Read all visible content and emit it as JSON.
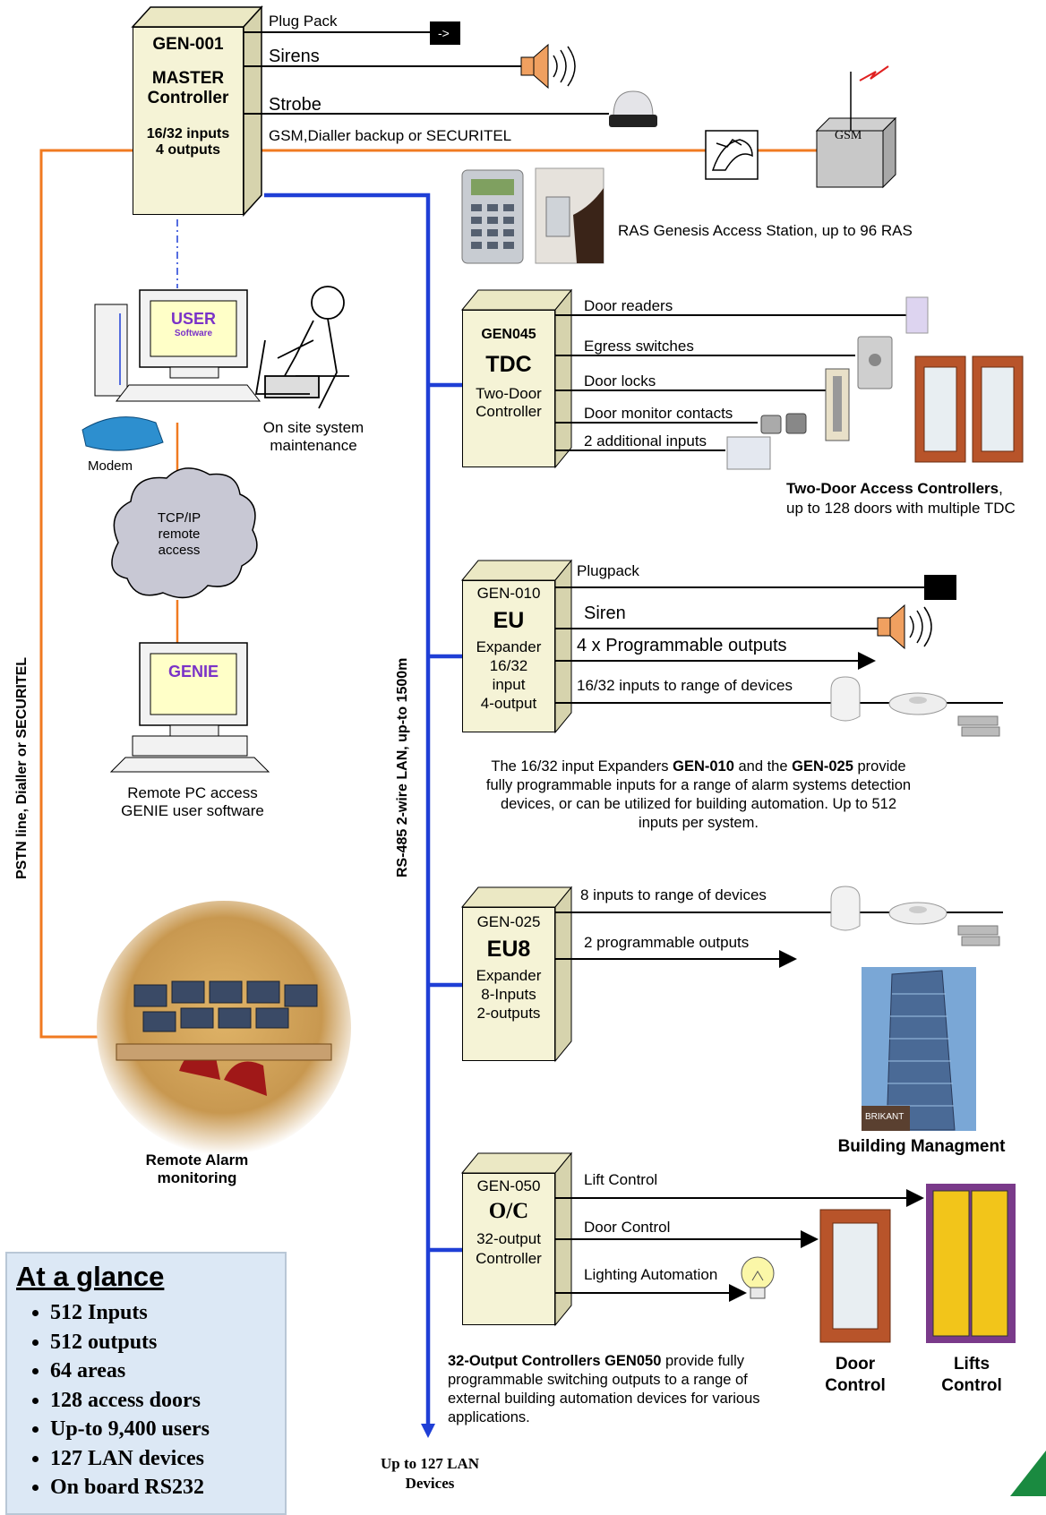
{
  "master": {
    "code": "GEN-001",
    "line1": "MASTER",
    "line2": "Controller",
    "io1": "16/32 inputs",
    "io2": "4 outputs"
  },
  "master_outputs": {
    "plug": "Plug Pack",
    "sirens": "Sirens",
    "strobe": "Strobe",
    "gsm_line": "GSM,Dialler backup or SECURITEL",
    "gsm": "GSM"
  },
  "ras": {
    "caption": "RAS Genesis Access Station,  up to 96 RAS"
  },
  "user_pc": {
    "screen": "USER",
    "screen_sub": "Software",
    "modem": "Modem",
    "maint_line1": "On site system",
    "maint_line2": "maintenance"
  },
  "cloud": {
    "l1": "TCP/IP",
    "l2": "remote",
    "l3": "access"
  },
  "genie": {
    "screen": "GENIE",
    "cap1": "Remote PC access",
    "cap2": "GENIE user software"
  },
  "pstn_label": "PSTN line, Dialler or SECURITEL",
  "lan_label": "RS-485 2-wire LAN, up-to 1500m",
  "remote_alarm": {
    "l1": "Remote Alarm",
    "l2": "monitoring"
  },
  "tdc": {
    "code": "GEN045",
    "name": "TDC",
    "d1": "Two-Door",
    "d2": "Controller",
    "lines": [
      "Door  readers",
      "Egress switches",
      "Door locks",
      "Door monitor contacts",
      "2  additional inputs"
    ],
    "cap_bold": "Two-Door Access Controllers",
    "cap_rest": ",",
    "cap2": "up to 128 doors with multiple TDC"
  },
  "eu": {
    "code": "GEN-010",
    "name": "EU",
    "d1": "Expander",
    "d2": "16/32",
    "d3": "input",
    "d4": "4-output",
    "lines": [
      "Plugpack",
      "Siren",
      "4 x Programmable outputs",
      "16/32 inputs to range of devices"
    ],
    "desc_a": "The 16/32 input Expanders ",
    "desc_b": "GEN-010",
    "desc_c": " and the ",
    "desc_d": "GEN-025",
    "desc_e": " provide",
    "desc2": "fully programmable inputs for a range of alarm systems detection",
    "desc3": "devices, or can be utilized for building automation. Up to 512",
    "desc4": "inputs per system."
  },
  "eu8": {
    "code": "GEN-025",
    "name": "EU8",
    "d1": "Expander",
    "d2": "8-Inputs",
    "d3": "2-outputs",
    "lines": [
      "8  inputs to range of devices",
      "2  programmable outputs"
    ],
    "bld_sign": "BRIKANT",
    "bld_cap": "Building Managment"
  },
  "oc": {
    "code": "GEN-050",
    "name": "O/C",
    "d1": "32-output",
    "d2": "Controller",
    "lines": [
      "Lift Control",
      "Door Control",
      "Lighting Automation"
    ],
    "desc_bold": "32-Output Controllers GEN050",
    "desc_a": " provide fully",
    "desc2": "programmable switching outputs to a range of",
    "desc3": "external building automation devices for various",
    "desc4": "applications.",
    "door_l1": "Door",
    "door_l2": "Control",
    "lift_l1": "Lifts",
    "lift_l2": "Control"
  },
  "lan_end": {
    "l1": "Up to 127 LAN",
    "l2": "Devices"
  },
  "glance": {
    "title": "At a glance",
    "items": [
      "512 Inputs",
      "512 outputs",
      "64 areas",
      "128 access doors",
      "Up-to 9,400 users",
      "127 LAN devices",
      "On board RS232"
    ]
  },
  "colors": {
    "lan": "#1f3fd6",
    "pstn": "#f07a20",
    "box": "#f5f3d6",
    "glance_bg": "#dce8f5",
    "accent_text": "#7a32c8"
  }
}
